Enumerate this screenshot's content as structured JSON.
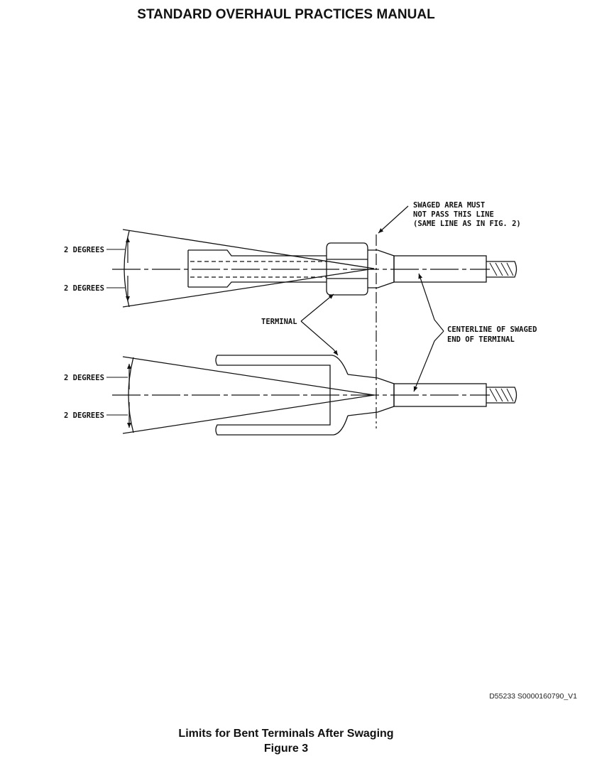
{
  "header": {
    "title": "STANDARD OVERHAUL PRACTICES MANUAL"
  },
  "figure": {
    "labels": {
      "swaged_line": [
        "SWAGED AREA MUST",
        "NOT PASS THIS LINE",
        "(SAME LINE AS IN FIG. 2)"
      ],
      "angle_top_upper": "2 DEGREES",
      "angle_top_lower": "2 DEGREES",
      "angle_bottom_upper": "2 DEGREES",
      "angle_bottom_lower": "2 DEGREES",
      "terminal": "TERMINAL",
      "centerline": [
        "CENTERLINE OF SWAGED",
        "END OF TERMINAL"
      ]
    },
    "reference_code": "D55233 S0000160790_V1",
    "caption": {
      "title": "Limits for Bent Terminals After Swaging",
      "number": "Figure 3"
    }
  }
}
